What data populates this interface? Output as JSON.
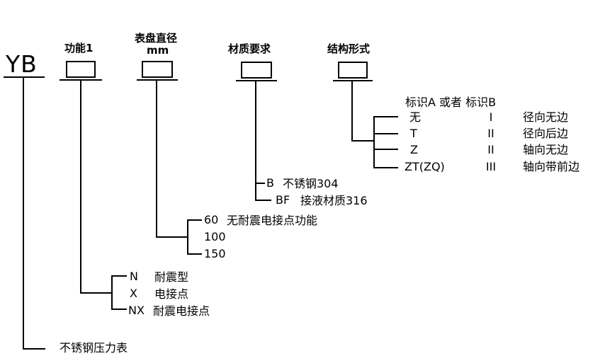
{
  "palette": {
    "ink": "#000000",
    "background": "#ffffff"
  },
  "model": {
    "code": "YB",
    "description": "不锈钢压力表"
  },
  "fields": {
    "function": {
      "label": "功能1",
      "options": [
        {
          "code": "N",
          "desc": "耐震型"
        },
        {
          "code": "X",
          "desc": "电接点"
        },
        {
          "code": "NX",
          "desc": "耐震电接点"
        }
      ]
    },
    "dial_diameter": {
      "label": "表盘直径",
      "unit": "mm",
      "options": [
        {
          "code": "60",
          "desc": "无耐震电接点功能"
        },
        {
          "code": "100",
          "desc": ""
        },
        {
          "code": "150",
          "desc": ""
        }
      ]
    },
    "material": {
      "label": "材质要求",
      "options": [
        {
          "code": "B",
          "desc": "不锈钢304"
        },
        {
          "code": "BF",
          "desc": "接液材质316"
        }
      ]
    },
    "structure": {
      "label": "结构形式",
      "header": "标识A 或者 标识B",
      "options": [
        {
          "code_a": "无",
          "code_b": "I",
          "desc": "径向无边"
        },
        {
          "code_a": "T",
          "code_b": "II",
          "desc": "径向后边"
        },
        {
          "code_a": "Z",
          "code_b": "II",
          "desc": "轴向无边"
        },
        {
          "code_a": "ZT(ZQ)",
          "code_b": "III",
          "desc": "轴向带前边"
        }
      ]
    }
  }
}
